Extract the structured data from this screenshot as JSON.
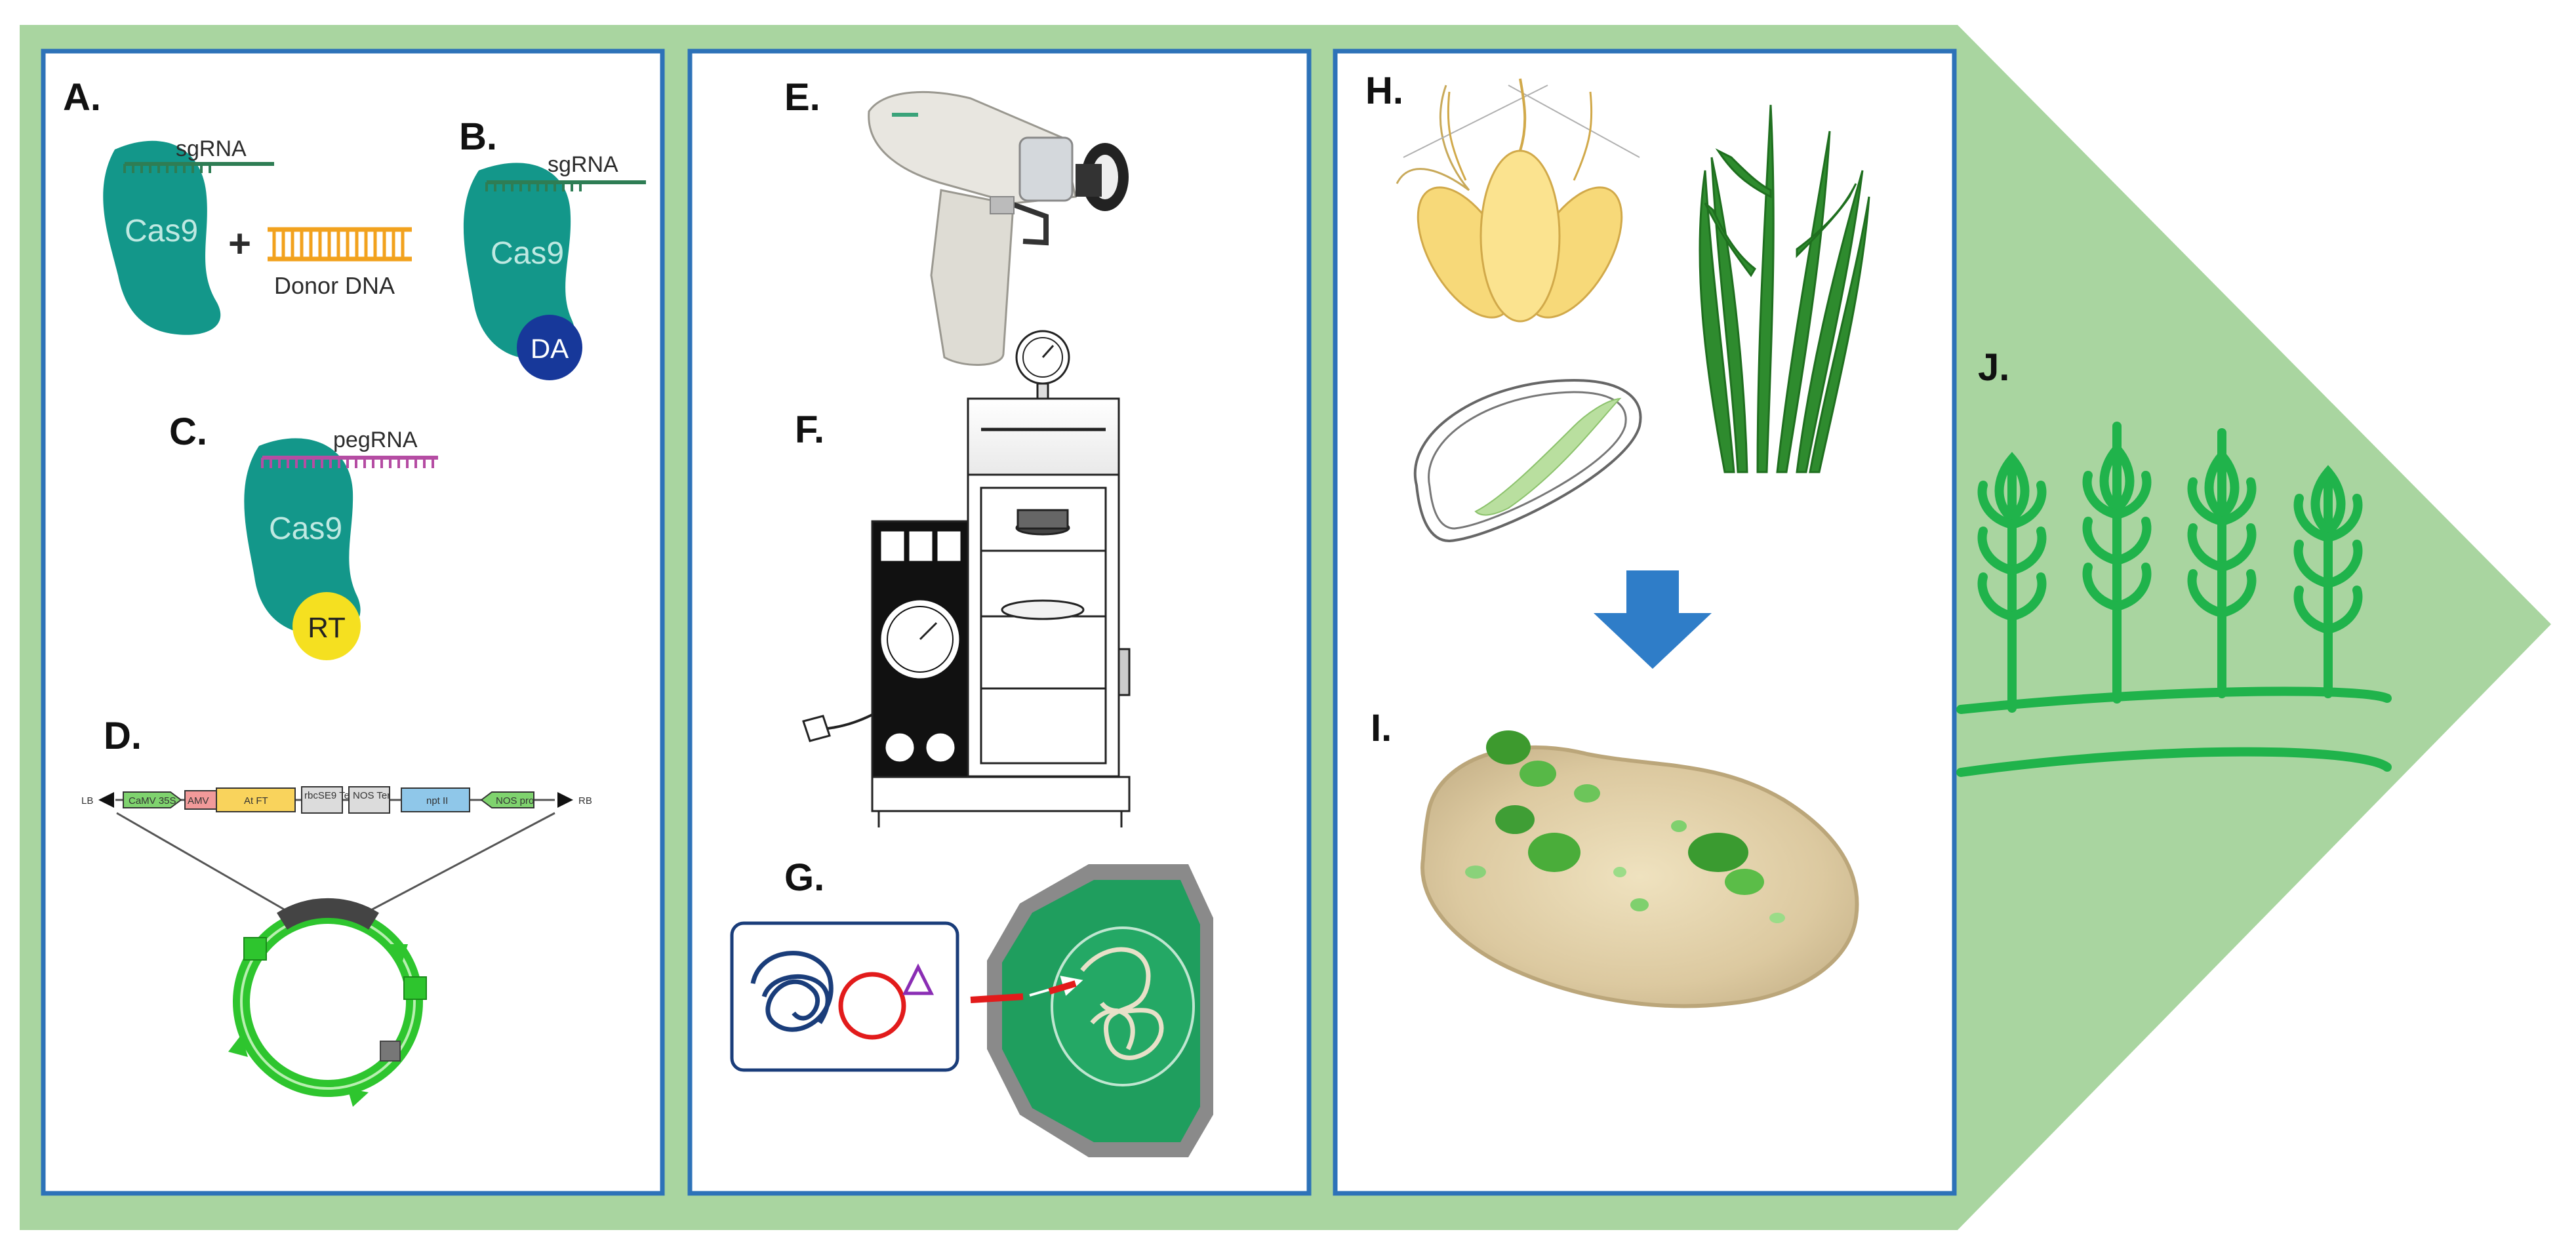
{
  "colors": {
    "banner": "#a9d5a0",
    "panel_border": "#2d72b8",
    "cas9": "#13978a",
    "sgRNA": "#2e7d54",
    "pegRNA": "#b54ca3",
    "donor": "#f2a21e",
    "deaminase": "#17389a",
    "rt": "#f5e020",
    "plasmid": "#2ec52e",
    "wheat": "#20b34b",
    "arrow": "#2f7dc8"
  },
  "panels": {
    "A": {
      "label": "A.",
      "rna": "sgRNA",
      "protein": "Cas9",
      "plus": "+",
      "donor": "Donor DNA"
    },
    "B": {
      "label": "B.",
      "rna": "sgRNA",
      "protein": "Cas9",
      "effector": "DA"
    },
    "C": {
      "label": "C.",
      "rna": "pegRNA",
      "protein": "Cas9",
      "effector": "RT"
    },
    "D": {
      "label": "D.",
      "left_border": "LB",
      "right_border": "RB",
      "elements": [
        "CaMV 35S",
        "AMV",
        "At FT",
        "rbcSE9 Ter",
        "NOS Ter",
        "npt II",
        "NOS pro"
      ]
    },
    "E": {
      "label": "E.",
      "icon": "gene-gun-icon"
    },
    "F": {
      "label": "F.",
      "icon": "biolistic-chamber-icon"
    },
    "G": {
      "label": "G.",
      "icon": "plant-cell-icon"
    },
    "H": {
      "label": "H.",
      "icon": "explant-icon"
    },
    "I": {
      "label": "I.",
      "icon": "callus-icon"
    },
    "J": {
      "label": "J.",
      "icon": "wheat-field-icon"
    }
  }
}
